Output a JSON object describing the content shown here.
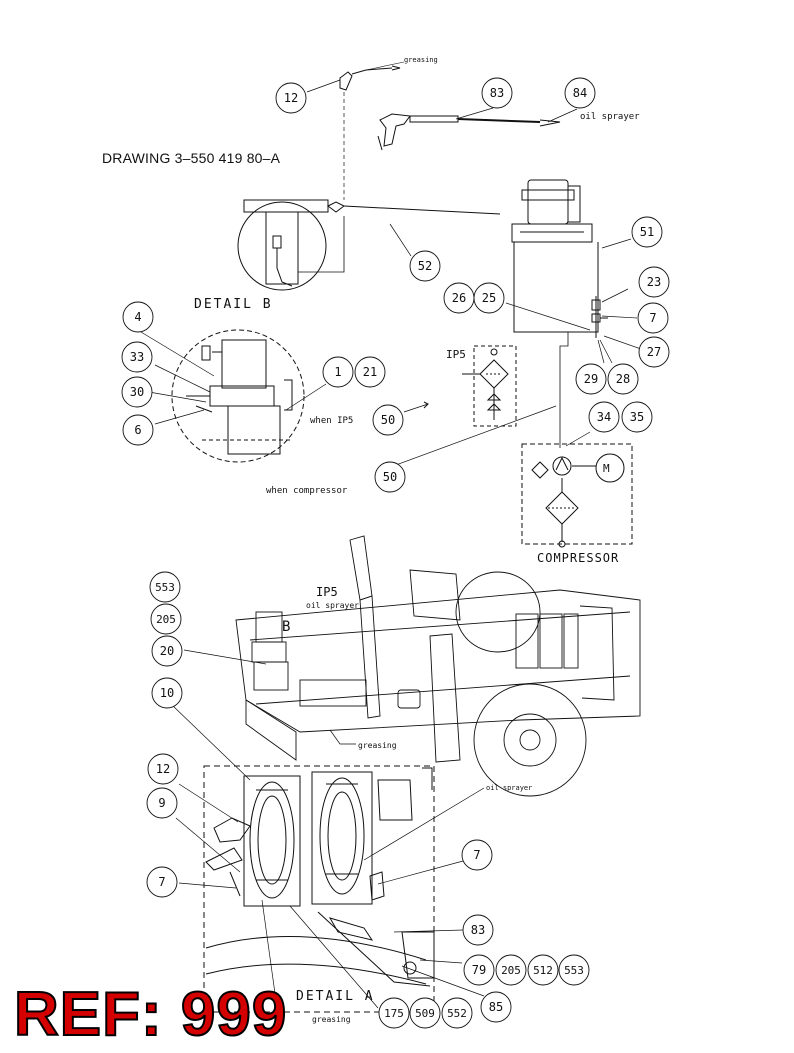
{
  "drawing_number": "DRAWING  3–550 419 80–A",
  "ref_stamp": "REF: 999",
  "labels": {
    "greasing_top": "greasing",
    "oil_sprayer_top": "oil sprayer",
    "detail_b": "DETAIL B",
    "when_ip5": "when IP5",
    "when_compressor": "when compressor",
    "ip5_box": "IP5",
    "compressor": "COMPRESSOR",
    "motor": "M",
    "ip5_truck": "IP5",
    "oil_sprayer_truck": "oil sprayer",
    "b_truck": "B",
    "greasing_truck": "greasing",
    "oil_sprayer_lower": "oil sprayer",
    "detail_a": "DETAIL A",
    "greasing_bottom": "greasing"
  },
  "balloons": [
    {
      "text": "12",
      "name": "balloon-12-top"
    },
    {
      "text": "83",
      "name": "balloon-83-top"
    },
    {
      "text": "84",
      "name": "balloon-84"
    },
    {
      "text": "51",
      "name": "balloon-51"
    },
    {
      "text": "52",
      "name": "balloon-52"
    },
    {
      "text": "23",
      "name": "balloon-23"
    },
    {
      "text": "26",
      "name": "balloon-26"
    },
    {
      "text": "25",
      "name": "balloon-25"
    },
    {
      "text": "7",
      "name": "balloon-7-top"
    },
    {
      "text": "27",
      "name": "balloon-27"
    },
    {
      "text": "29",
      "name": "balloon-29"
    },
    {
      "text": "28",
      "name": "balloon-28"
    },
    {
      "text": "4",
      "name": "balloon-4"
    },
    {
      "text": "33",
      "name": "balloon-33"
    },
    {
      "text": "30",
      "name": "balloon-30"
    },
    {
      "text": "6",
      "name": "balloon-6"
    },
    {
      "text": "1",
      "name": "balloon-1"
    },
    {
      "text": "21",
      "name": "balloon-21"
    },
    {
      "text": "50",
      "name": "balloon-50-ip5"
    },
    {
      "text": "34",
      "name": "balloon-34"
    },
    {
      "text": "35",
      "name": "balloon-35"
    },
    {
      "text": "50",
      "name": "balloon-50-compressor"
    },
    {
      "text": "553",
      "name": "balloon-553"
    },
    {
      "text": "205",
      "name": "balloon-205-left"
    },
    {
      "text": "20",
      "name": "balloon-20"
    },
    {
      "text": "10",
      "name": "balloon-10"
    },
    {
      "text": "12",
      "name": "balloon-12-lower"
    },
    {
      "text": "9",
      "name": "balloon-9"
    },
    {
      "text": "7",
      "name": "balloon-7-right"
    },
    {
      "text": "7",
      "name": "balloon-7-left"
    },
    {
      "text": "83",
      "name": "balloon-83-lower"
    },
    {
      "text": "79",
      "name": "balloon-79"
    },
    {
      "text": "205",
      "name": "balloon-205-lower"
    },
    {
      "text": "512",
      "name": "balloon-512"
    },
    {
      "text": "553",
      "name": "balloon-553-lower"
    },
    {
      "text": "85",
      "name": "balloon-85"
    },
    {
      "text": "175",
      "name": "balloon-175"
    },
    {
      "text": "509",
      "name": "balloon-509"
    },
    {
      "text": "552",
      "name": "balloon-552"
    }
  ]
}
